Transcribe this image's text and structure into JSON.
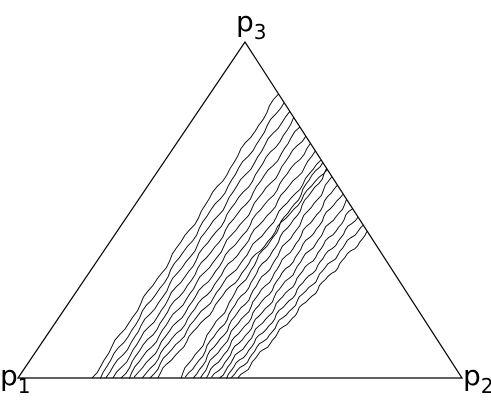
{
  "vertices": [
    {
      "id": "p1",
      "letter": "p",
      "index": "1"
    },
    {
      "id": "p2",
      "letter": "p",
      "index": "2"
    },
    {
      "id": "p3",
      "letter": "p",
      "index": "3"
    }
  ],
  "line_color": "#000000"
}
